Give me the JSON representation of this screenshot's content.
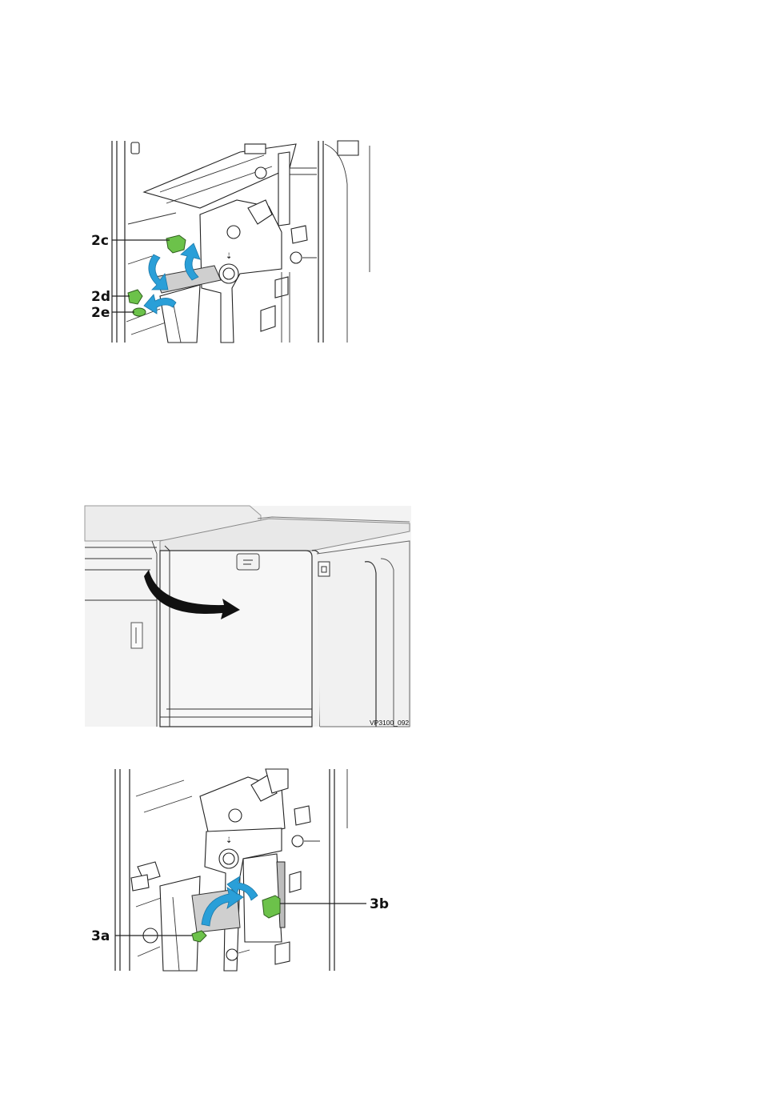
{
  "figure1": {
    "callouts": {
      "c2c": "2c",
      "c2d": "2d",
      "c2e": "2e"
    }
  },
  "figure2": {
    "image_code": "VP3100_092"
  },
  "figure3": {
    "callouts": {
      "c3a": "3a",
      "c3b": "3b"
    }
  },
  "colors": {
    "handle_green": "#6cc24a",
    "arrow_blue": "#2a9fd8",
    "jammed_paper_gray": "#cfcfcf"
  }
}
